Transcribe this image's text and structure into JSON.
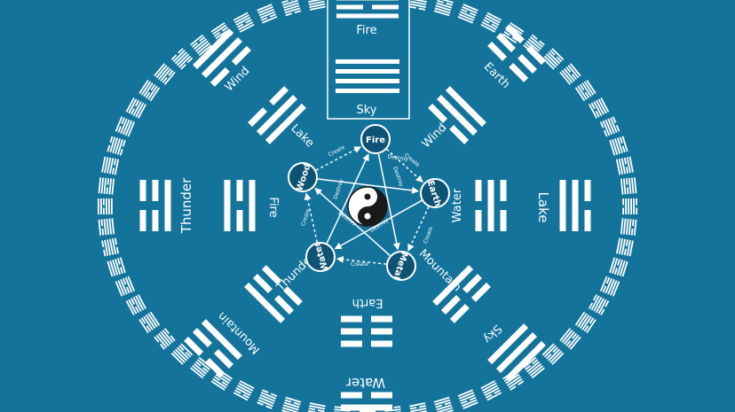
{
  "colors": {
    "background": "#13739b",
    "lines": "#ffffff",
    "node_fill": "#0e5373"
  },
  "center_symbol": "yin-yang",
  "phases": {
    "fire": "Fire",
    "earth": "Earth",
    "metal": "Metal",
    "water": "Water",
    "wood": "Wood"
  },
  "relations": {
    "creates": "Create",
    "destroys": "Destroy"
  },
  "top_panel": {
    "upper": "Fire",
    "lower": "Sky"
  },
  "bagua_inner": {
    "fire": "Fire",
    "lake": "Lake",
    "thunder": "Thunder",
    "mountain": "Mountain",
    "earth": "Earth",
    "water": "Water",
    "sky": "Sky",
    "wind": "Wind"
  },
  "bagua_outer": {
    "wind": "Wind",
    "earth": "Earth",
    "thunder": "Thunder",
    "lake": "Lake",
    "mountain": "Mountain",
    "sky": "Sky",
    "water": "Water"
  }
}
